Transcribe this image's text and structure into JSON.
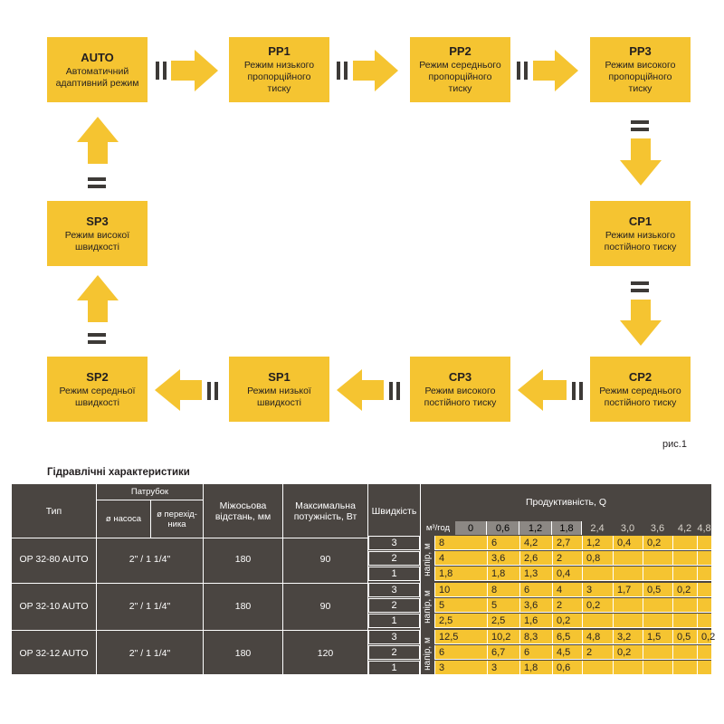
{
  "modes": [
    {
      "id": "auto",
      "code": "AUTO",
      "desc": [
        "Автоматичний",
        "адаптивний режим"
      ]
    },
    {
      "id": "pp1",
      "code": "PP1",
      "desc": [
        "Режим низького",
        "пропорційного",
        "тиску"
      ]
    },
    {
      "id": "pp2",
      "code": "PP2",
      "desc": [
        "Режим середнього",
        "пропорційного",
        "тиску"
      ]
    },
    {
      "id": "pp3",
      "code": "PP3",
      "desc": [
        "Режим високого",
        "пропорційного",
        "тиску"
      ]
    },
    {
      "id": "cp1",
      "code": "CP1",
      "desc": [
        "Режим низького",
        "постійного тиску"
      ]
    },
    {
      "id": "cp2",
      "code": "CP2",
      "desc": [
        "Режим середнього",
        "постійного тиску"
      ]
    },
    {
      "id": "cp3",
      "code": "CP3",
      "desc": [
        "Режим високого",
        "постійного тиску"
      ]
    },
    {
      "id": "sp1",
      "code": "SP1",
      "desc": [
        "Режим низької",
        "швидкості"
      ]
    },
    {
      "id": "sp2",
      "code": "SP2",
      "desc": [
        "Режим середньої",
        "швидкості"
      ]
    },
    {
      "id": "sp3",
      "code": "SP3",
      "desc": [
        "Режим високої",
        "швидкості"
      ]
    }
  ],
  "figure_label": "рис.1",
  "colors": {
    "accent": "#f5c431",
    "dark": "#4a4541",
    "separator": "#3d3a37",
    "light_header": "#8c8884"
  },
  "table": {
    "title": "Гідравлічні характеристики",
    "headers": {
      "type": "Тип",
      "port_group": "Патрубок",
      "port_pump": "ø насоса",
      "port_adapter_1": "ø перехід-",
      "port_adapter_2": "ника",
      "center_1": "Міжосьова",
      "center_2": "відстань, мм",
      "power_1": "Максимальна",
      "power_2": "потужність, Вт",
      "speed": "Швидкість",
      "capacity": "Продуктивність, Q",
      "unit": "м³/год",
      "head_label": "напір, м"
    },
    "flow_values": [
      "0",
      "0,6",
      "1,2",
      "1,8",
      "2,4",
      "3,0",
      "3,6",
      "4,2",
      "4,8"
    ],
    "rows": [
      {
        "type": "OP 32-80 AUTO",
        "port": "2\" / 1 1/4\"",
        "center": "180",
        "power": "90",
        "speeds": [
          {
            "speed": "3",
            "values": [
              "8",
              "6",
              "4,2",
              "2,7",
              "1,2",
              "0,4",
              "0,2",
              "",
              ""
            ]
          },
          {
            "speed": "2",
            "values": [
              "4",
              "3,6",
              "2,6",
              "2",
              "0,8",
              "",
              "",
              "",
              ""
            ]
          },
          {
            "speed": "1",
            "values": [
              "1,8",
              "1,8",
              "1,3",
              "0,4",
              "",
              "",
              "",
              "",
              ""
            ]
          }
        ]
      },
      {
        "type": "OP 32-10 AUTO",
        "port": "2\" / 1 1/4\"",
        "center": "180",
        "power": "90",
        "speeds": [
          {
            "speed": "3",
            "values": [
              "10",
              "8",
              "6",
              "4",
              "3",
              "1,7",
              "0,5",
              "0,2",
              ""
            ]
          },
          {
            "speed": "2",
            "values": [
              "5",
              "5",
              "3,6",
              "2",
              "0,2",
              "",
              "",
              "",
              ""
            ]
          },
          {
            "speed": "1",
            "values": [
              "2,5",
              "2,5",
              "1,6",
              "0,2",
              "",
              "",
              "",
              "",
              ""
            ]
          }
        ]
      },
      {
        "type": "OP 32-12 AUTO",
        "port": "2\" / 1 1/4\"",
        "center": "180",
        "power": "120",
        "speeds": [
          {
            "speed": "3",
            "values": [
              "12,5",
              "10,2",
              "8,3",
              "6,5",
              "4,8",
              "3,2",
              "1,5",
              "0,5",
              "0,2"
            ]
          },
          {
            "speed": "2",
            "values": [
              "6",
              "6,7",
              "6",
              "4,5",
              "2",
              "0,2",
              "",
              "",
              ""
            ]
          },
          {
            "speed": "1",
            "values": [
              "3",
              "3",
              "1,8",
              "0,6",
              "",
              "",
              "",
              "",
              ""
            ]
          }
        ]
      }
    ]
  }
}
